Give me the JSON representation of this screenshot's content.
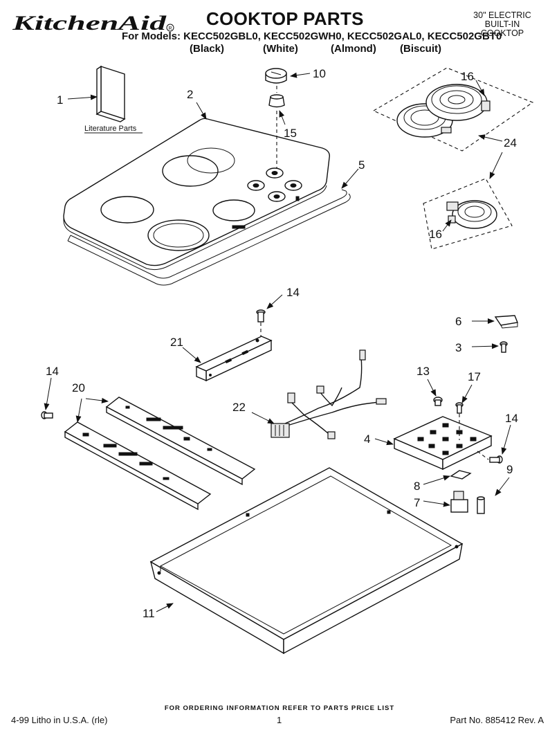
{
  "header": {
    "brand": "KitchenAid",
    "title": "COOKTOP PARTS",
    "models": "For Models: KECC502GBL0, KECC502GWH0, KECC502GAL0, KECC502GBT0",
    "colors": [
      "(Black)",
      "(White)",
      "(Almond)",
      "(Biscuit)"
    ],
    "product": [
      "30\" ELECTRIC",
      "BUILT-IN",
      "COOKTOP"
    ]
  },
  "diagram": {
    "literature_label": "Literature Parts",
    "callouts": {
      "c1": "1",
      "c2": "2",
      "c10": "10",
      "c15": "15",
      "c16a": "16",
      "c16b": "16",
      "c24": "24",
      "c5": "5",
      "c14a": "14",
      "c14b": "14",
      "c14c": "14",
      "c21": "21",
      "c6": "6",
      "c3": "3",
      "c20": "20",
      "c22": "22",
      "c13": "13",
      "c17": "17",
      "c4": "4",
      "c9": "9",
      "c8": "8",
      "c7": "7",
      "c11": "11"
    }
  },
  "footer": {
    "order_note": "FOR ORDERING INFORMATION REFER TO PARTS PRICE LIST",
    "litho": "4-99 Litho in U.S.A. (rle)",
    "page": "1",
    "part_no": "Part No. 885412 Rev. A"
  }
}
